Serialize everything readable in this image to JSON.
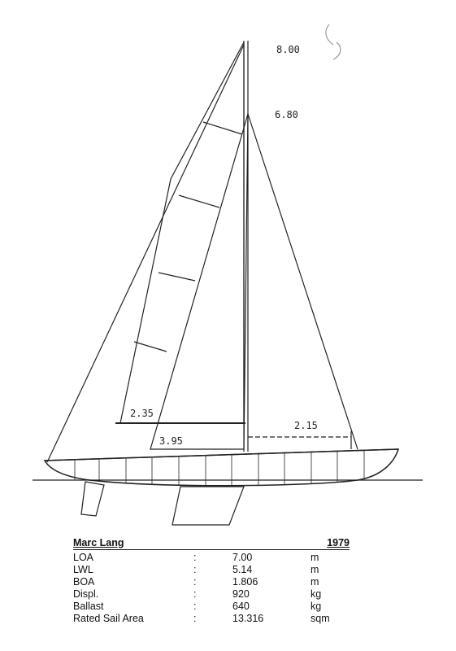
{
  "dimensions": {
    "mast_top": "8.00",
    "jib_hoist": "6.80",
    "main_foot": "2.35",
    "jib_foot": "3.95",
    "base": "2.15"
  },
  "specs": {
    "designer": "Marc Lang",
    "year": "1979",
    "rows": [
      {
        "label": "LOA",
        "value": "7.00",
        "unit": "m"
      },
      {
        "label": "LWL",
        "value": "5.14",
        "unit": "m"
      },
      {
        "label": "BOA",
        "value": "1.806",
        "unit": "m"
      },
      {
        "label": "Displ.",
        "value": "920",
        "unit": "kg"
      },
      {
        "label": "Ballast",
        "value": "640",
        "unit": "kg"
      },
      {
        "label": "Rated Sail Area",
        "value": "13.316",
        "unit": "sqm"
      }
    ],
    "separator": ":"
  }
}
